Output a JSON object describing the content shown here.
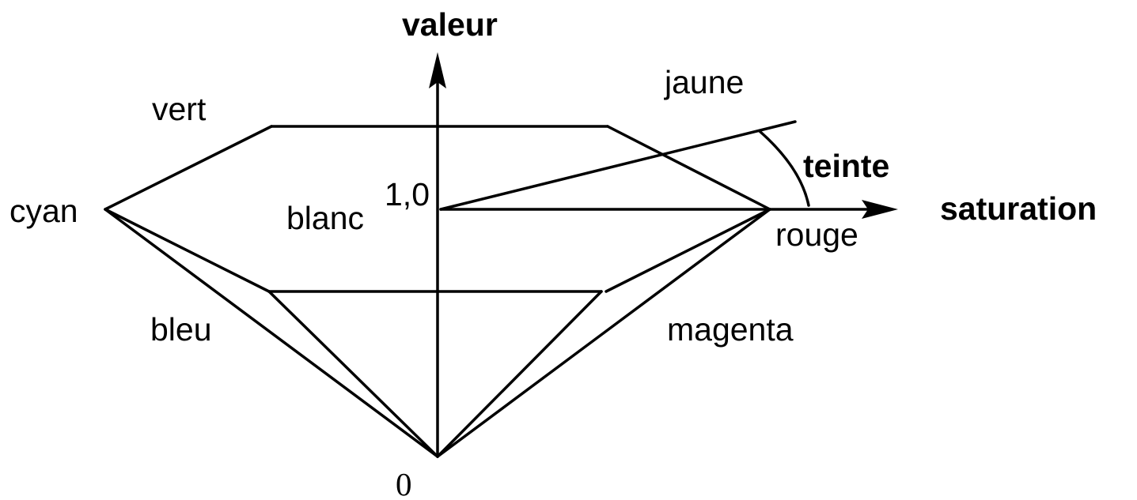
{
  "axes": {
    "value_label": "valeur",
    "saturation_label": "saturation",
    "hue_label": "teinte"
  },
  "markers": {
    "top_value": "1,0",
    "bottom_value": "0"
  },
  "colors": {
    "vert": "vert",
    "jaune": "jaune",
    "cyan": "cyan",
    "blanc": "blanc",
    "rouge": "rouge",
    "bleu": "bleu",
    "magenta": "magenta"
  }
}
